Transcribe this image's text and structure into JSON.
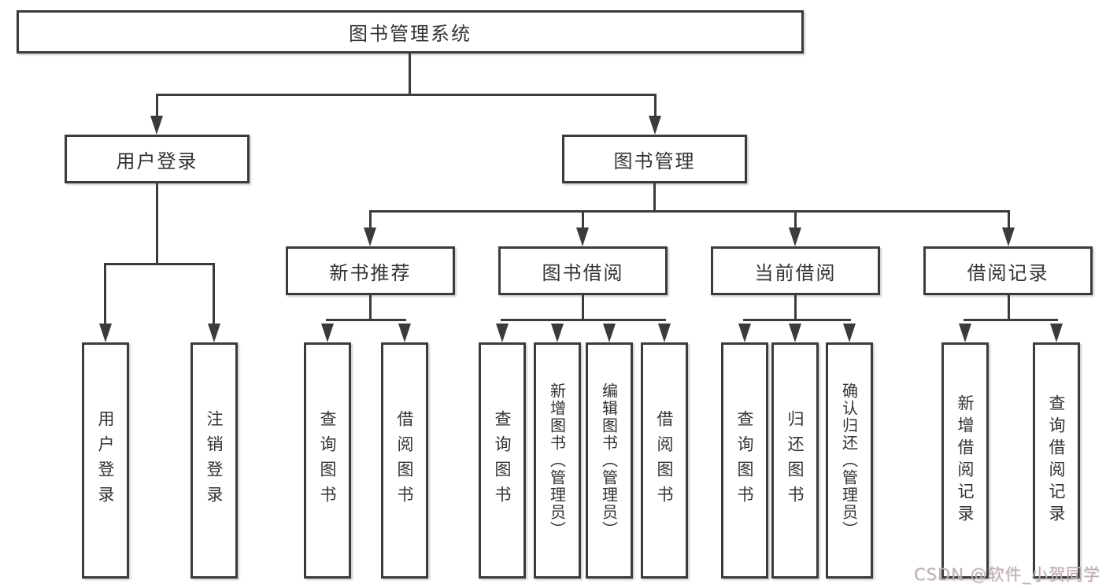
{
  "nodes": {
    "root": "图书管理系统",
    "user_login": "用户登录",
    "book_management": "图书管理",
    "new_book_recommend": "新书推荐",
    "book_borrowing": "图书借阅",
    "current_borrowing": "当前借阅",
    "borrowing_records": "借阅记录",
    "leaf_user_login": "用户登录",
    "leaf_logout": "注销登录",
    "leaf_nbr_query_books": "查询图书",
    "leaf_nbr_borrow_books": "借阅图书",
    "leaf_bb_query_books": "查询图书",
    "leaf_bb_add_books": "新增图书（管理员）",
    "leaf_bb_edit_books": "编辑图书（管理员）",
    "leaf_bb_borrow_books": "借阅图书",
    "leaf_cb_query_books": "查询图书",
    "leaf_cb_return_books": "归还图书",
    "leaf_cb_confirm_return": "确认归还（管理员）",
    "leaf_br_add_record": "新增借阅记录",
    "leaf_br_query_record": "查询借阅记录"
  },
  "watermark": "CSDN @软件_小贺同学",
  "colors": {
    "line": "#3b3b3b",
    "text": "#333333",
    "background": "#ffffff",
    "watermark": "#b6b1b3"
  }
}
